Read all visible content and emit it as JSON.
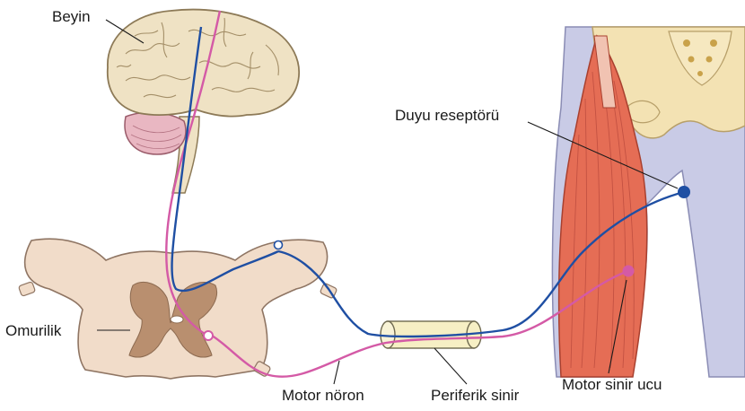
{
  "labels": {
    "brain": "Beyin",
    "spinal_cord": "Omurilik",
    "sensory_receptor": "Duyu reseptörü",
    "motor_neuron": "Motor nöron",
    "peripheral_nerve": "Periferik sinir",
    "motor_nerve_ending": "Motor sinir ucu"
  },
  "colors": {
    "sensory_pathway": "#1f4fa3",
    "motor_pathway": "#d45aa6",
    "brain": "#efe2c4",
    "cerebellum": "#e9b7c2",
    "spinal_cord": "#f1dcc9",
    "grey_matter": "#b98f6f",
    "muscle": "#e56d55",
    "body_outline": "#c9cbe6",
    "bone": "#f3e2b3"
  }
}
